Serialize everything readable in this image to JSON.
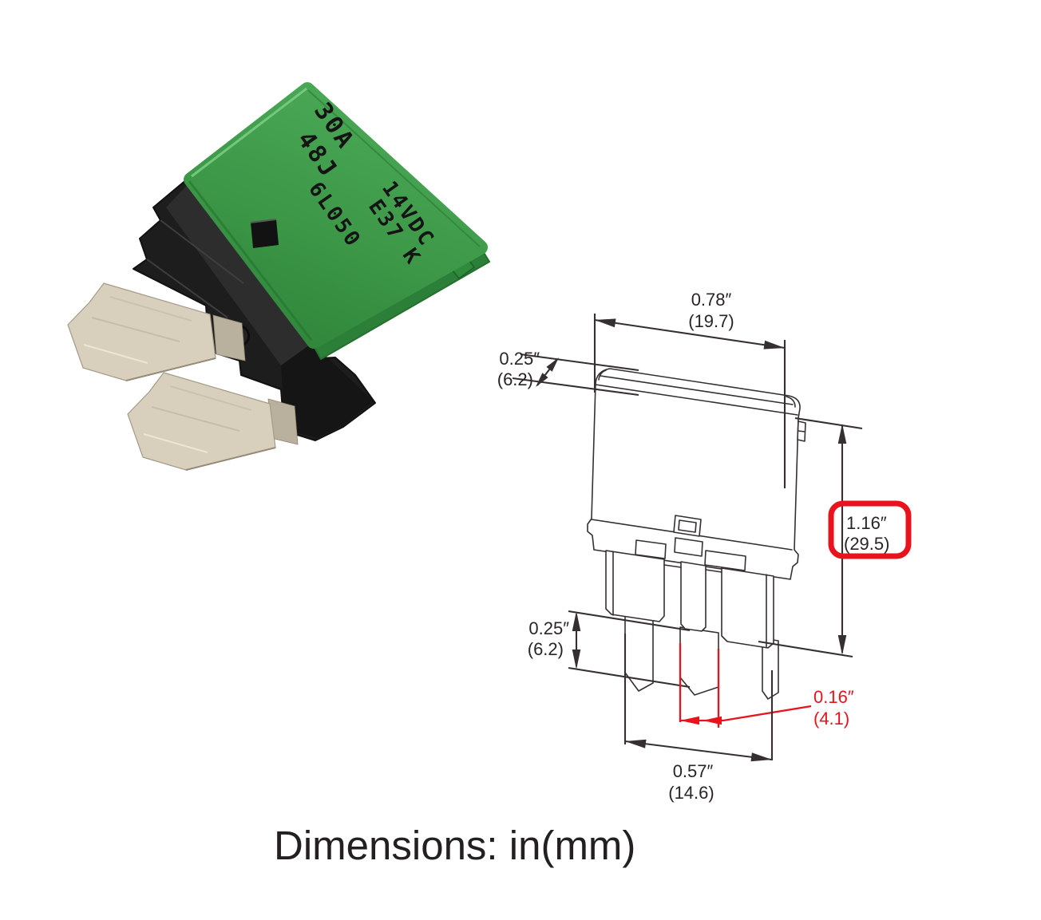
{
  "page": {
    "background": "#ffffff"
  },
  "product_photo": {
    "description": "green automotive blade-style circuit breaker, angled photo",
    "markings": {
      "line1": "30A",
      "line2": "48J",
      "line3": "14VDC",
      "line4": "E37 K",
      "line5": "6L050"
    },
    "colors": {
      "cap_green": "#3C9747",
      "cap_green_dark": "#2B7F38",
      "base_black": "#1D1D1D",
      "blade_metal": "#D8CFBD"
    }
  },
  "diagram": {
    "line_color": "#362F31",
    "accent_red": "#E8131C",
    "dim_width": {
      "in": "0.78″",
      "mm": "(19.7)"
    },
    "dim_depth": {
      "in": "0.25″",
      "mm": "(6.2)"
    },
    "dim_height": {
      "in": "1.16″",
      "mm": "(29.5)"
    },
    "dim_blade_exposed": {
      "in": "0.25″",
      "mm": "(6.2)"
    },
    "dim_blade_width": {
      "in": "0.16″",
      "mm": "(4.1)"
    },
    "dim_blade_span": {
      "in": "0.57″",
      "mm": "(14.6)"
    }
  },
  "caption": {
    "text": "Dimensions: in(mm)"
  }
}
